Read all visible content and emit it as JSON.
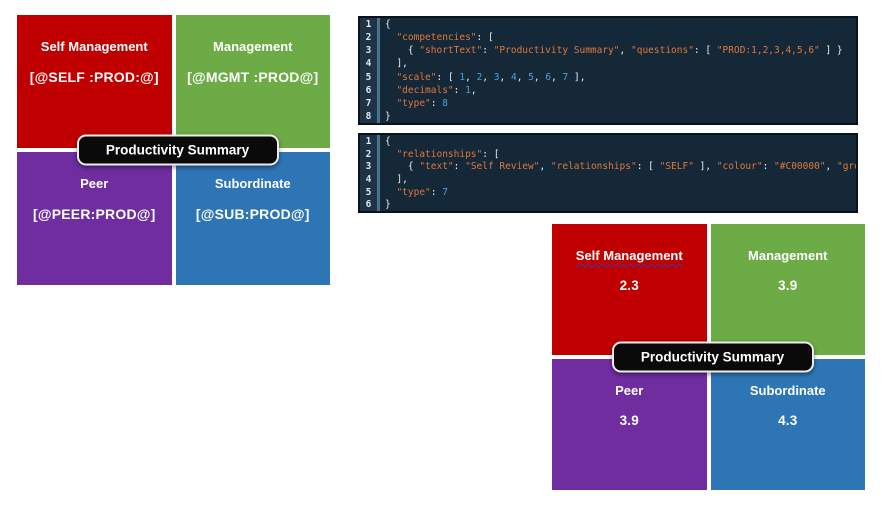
{
  "palette": {
    "quadrant_red": "#C00000",
    "quadrant_green": "#6DAB47",
    "quadrant_purple": "#6F2DA0",
    "quadrant_blue": "#2E75B6",
    "pill_bg": "#0A0A0A",
    "code_bg": "#152838",
    "code_gutter_bg": "#1E3345",
    "code_gutter_strip": "#4A7390",
    "code_string_color": "#E0763C",
    "code_number_color": "#4DA0D6"
  },
  "chart_data": [
    {
      "type": "quadrant-summary",
      "title": "Productivity Summary",
      "quadrants": [
        {
          "label": "Self Management",
          "value": "[@SELF :PROD:@]",
          "color": "#C00000"
        },
        {
          "label": "Management",
          "value": "[@MGMT :PROD@]",
          "color": "#6DAB47"
        },
        {
          "label": "Peer",
          "value": "[@PEER:PROD@]",
          "color": "#6F2DA0"
        },
        {
          "label": "Subordinate",
          "value": "[@SUB:PROD@]",
          "color": "#2E75B6"
        }
      ]
    },
    {
      "type": "quadrant-summary",
      "title": "Productivity Summary",
      "quadrants": [
        {
          "label": "Self Management",
          "value": "2.3",
          "color": "#C00000"
        },
        {
          "label": "Management",
          "value": "3.9",
          "color": "#6DAB47"
        },
        {
          "label": "Peer",
          "value": "3.9",
          "color": "#6F2DA0"
        },
        {
          "label": "Subordinate",
          "value": "4.3",
          "color": "#2E75B6"
        }
      ]
    }
  ],
  "code_blocks": [
    {
      "name": "competencies-config",
      "lines": [
        [
          {
            "t": "p",
            "v": "{"
          }
        ],
        [
          {
            "t": "p",
            "v": "  "
          },
          {
            "t": "s",
            "v": "\"competencies\""
          },
          {
            "t": "p",
            "v": ": ["
          }
        ],
        [
          {
            "t": "p",
            "v": "    { "
          },
          {
            "t": "s",
            "v": "\"shortText\""
          },
          {
            "t": "p",
            "v": ": "
          },
          {
            "t": "s",
            "v": "\"Productivity Summary\""
          },
          {
            "t": "p",
            "v": ", "
          },
          {
            "t": "s",
            "v": "\"questions\""
          },
          {
            "t": "p",
            "v": ": [ "
          },
          {
            "t": "s",
            "v": "\"PROD:1,2,3,4,5,6\""
          },
          {
            "t": "p",
            "v": " ] }"
          }
        ],
        [
          {
            "t": "p",
            "v": "  ],"
          }
        ],
        [
          {
            "t": "p",
            "v": "  "
          },
          {
            "t": "s",
            "v": "\"scale\""
          },
          {
            "t": "p",
            "v": ": [ "
          },
          {
            "t": "n",
            "v": "1"
          },
          {
            "t": "p",
            "v": ", "
          },
          {
            "t": "n",
            "v": "2"
          },
          {
            "t": "p",
            "v": ", "
          },
          {
            "t": "n",
            "v": "3"
          },
          {
            "t": "p",
            "v": ", "
          },
          {
            "t": "n",
            "v": "4"
          },
          {
            "t": "p",
            "v": ", "
          },
          {
            "t": "n",
            "v": "5"
          },
          {
            "t": "p",
            "v": ", "
          },
          {
            "t": "n",
            "v": "6"
          },
          {
            "t": "p",
            "v": ", "
          },
          {
            "t": "n",
            "v": "7"
          },
          {
            "t": "p",
            "v": " ],"
          }
        ],
        [
          {
            "t": "p",
            "v": "  "
          },
          {
            "t": "s",
            "v": "\"decimals\""
          },
          {
            "t": "p",
            "v": ": "
          },
          {
            "t": "n",
            "v": "1"
          },
          {
            "t": "p",
            "v": ","
          }
        ],
        [
          {
            "t": "p",
            "v": "  "
          },
          {
            "t": "s",
            "v": "\"type\""
          },
          {
            "t": "p",
            "v": ": "
          },
          {
            "t": "n",
            "v": "8"
          }
        ],
        [
          {
            "t": "p",
            "v": "}"
          }
        ]
      ]
    },
    {
      "name": "relationships-config",
      "lines": [
        [
          {
            "t": "p",
            "v": "{"
          }
        ],
        [
          {
            "t": "p",
            "v": "  "
          },
          {
            "t": "s",
            "v": "\"relationships\""
          },
          {
            "t": "p",
            "v": ": ["
          }
        ],
        [
          {
            "t": "p",
            "v": "    { "
          },
          {
            "t": "s",
            "v": "\"text\""
          },
          {
            "t": "p",
            "v": ": "
          },
          {
            "t": "s",
            "v": "\"Self Review\""
          },
          {
            "t": "p",
            "v": ", "
          },
          {
            "t": "s",
            "v": "\"relationships\""
          },
          {
            "t": "p",
            "v": ": [ "
          },
          {
            "t": "s",
            "v": "\"SELF\""
          },
          {
            "t": "p",
            "v": " ], "
          },
          {
            "t": "s",
            "v": "\"colour\""
          },
          {
            "t": "p",
            "v": ": "
          },
          {
            "t": "s",
            "v": "\"#C00000\""
          },
          {
            "t": "p",
            "v": ", "
          },
          {
            "t": "s",
            "v": "\"group\""
          },
          {
            "t": "p",
            "v": ": "
          },
          {
            "t": "s",
            "v": "\"\""
          },
          {
            "t": "p",
            "v": ","
          }
        ],
        [
          {
            "t": "p",
            "v": "  ],"
          }
        ],
        [
          {
            "t": "p",
            "v": "  "
          },
          {
            "t": "s",
            "v": "\"type\""
          },
          {
            "t": "p",
            "v": ": "
          },
          {
            "t": "n",
            "v": "7"
          }
        ],
        [
          {
            "t": "p",
            "v": "}"
          }
        ]
      ]
    }
  ]
}
